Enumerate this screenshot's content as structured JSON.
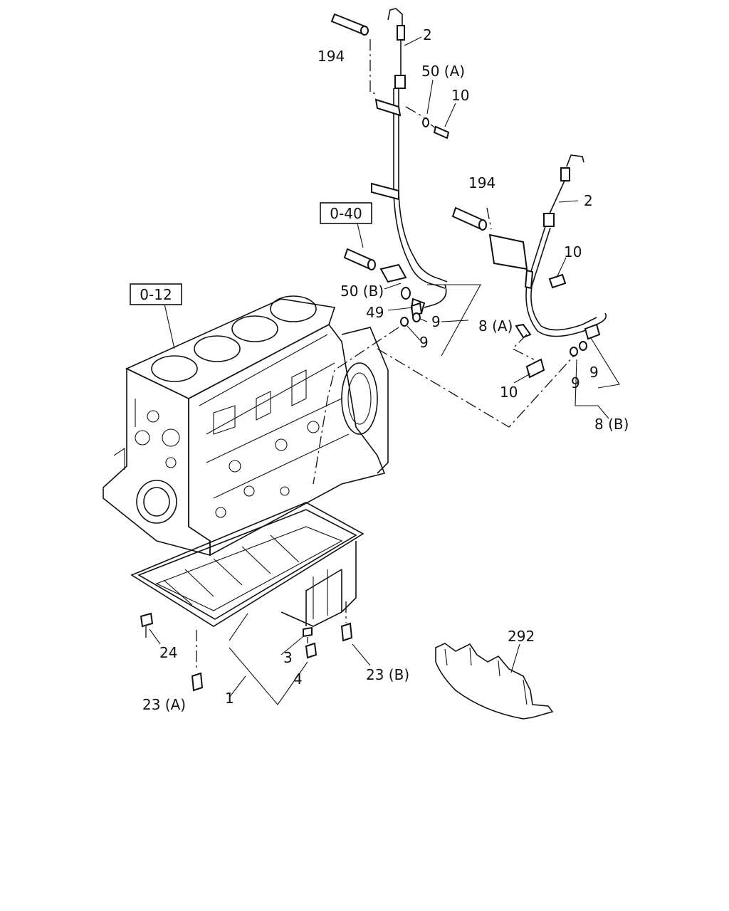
{
  "refs": {
    "ref_0_40": "0-40",
    "ref_0_12": "0-12"
  },
  "callouts": {
    "c194_top": "194",
    "c2_top": "2",
    "c50A": "50 (A)",
    "c10_top": "10",
    "c194_right": "194",
    "c2_right": "2",
    "c10_right": "10",
    "c50B": "50 (B)",
    "c49": "49",
    "c9_a": "9",
    "c9_b": "9",
    "c8A": "8 (A)",
    "c10_mid": "10",
    "c9_c": "9",
    "c9_d": "9",
    "c8B": "8 (B)",
    "c292": "292",
    "c24": "24",
    "c3": "3",
    "c4": "4",
    "c1": "1",
    "c23B": "23 (B)",
    "c23A": "23 (A)"
  }
}
